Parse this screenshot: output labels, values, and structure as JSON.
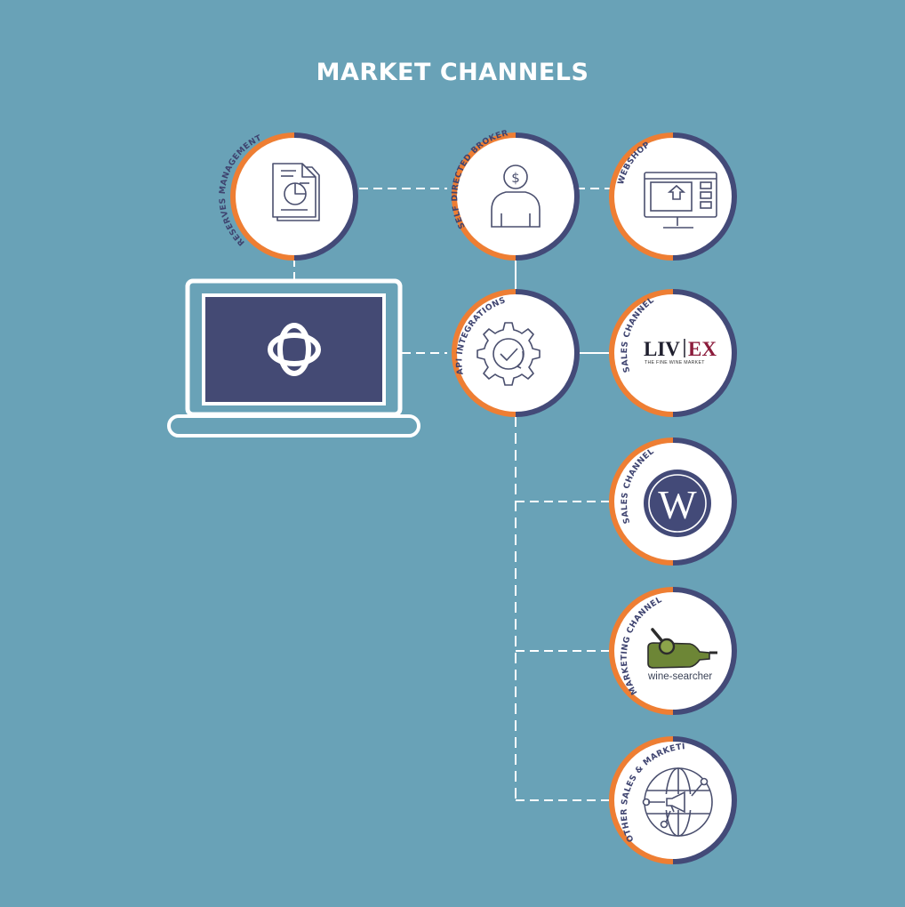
{
  "title": "MARKET CHANNELS",
  "colors": {
    "background": "#69a2b7",
    "ring_navy": "#434a78",
    "ring_orange": "#ee7e33",
    "icon_stroke": "#4a4f6e",
    "laptop_screen": "#444a74",
    "livex_red": "#8c1c3c",
    "wine_searcher_green": "#6d8636",
    "connector": "#ffffff"
  },
  "nodes": {
    "reserves": {
      "label": "RESERVES MANAGEMENT",
      "icon": "document-chart-icon"
    },
    "brokerage": {
      "label": "SELF DIRECTED BROKERAGE",
      "icon": "person-dollar-icon"
    },
    "webshop": {
      "label": "WEBSHOP",
      "icon": "webshop-monitor-icon"
    },
    "api": {
      "label": "API INTEGRATIONS",
      "icon": "gear-check-icon"
    },
    "livex": {
      "label": "SALES CHANNEL",
      "logo_main": "LIV",
      "logo_ex": "EX",
      "logo_sub": "THE FINE WINE MARKET"
    },
    "wine_channel": {
      "label": "SALES CHANNEL",
      "logo_letter": "W"
    },
    "wine_searcher": {
      "label": "MARKETING CHANNEL",
      "logo_text": "wine-searcher"
    },
    "other": {
      "label": "OTHER SALES & MARKETING CHANNELS",
      "icon": "globe-megaphone-icon"
    }
  },
  "laptop": {
    "icon": "orbit-logo-icon"
  }
}
